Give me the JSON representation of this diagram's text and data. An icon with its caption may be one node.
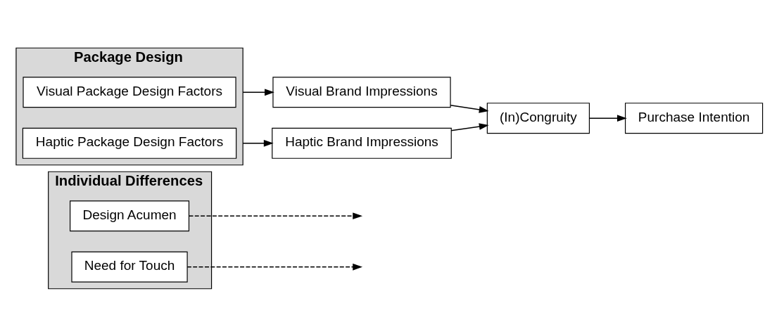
{
  "diagram": {
    "nodes": [
      {
        "text": [
          "Individual Differences"
        ]
      },
      {
        "text": [
          "Design Acumen"
        ],
        "in": 0
      },
      {
        "text": [
          "Need for Touch"
        ],
        "in": 0
      },
      {
        "text": [
          "Package Design"
        ]
      },
      {
        "text": [
          "Visual Package Design Factors"
        ],
        "in": 3
      },
      {
        "text": [
          "Haptic Package Design Factors"
        ],
        "in": 3
      },
      {
        "text": [
          "Visual Brand Impressions"
        ]
      },
      {
        "text": [
          "(In)Congruity"
        ]
      },
      {
        "text": [
          "Haptic Brand Impressions"
        ]
      },
      {
        "text": [
          "Purchase Intention"
        ]
      }
    ],
    "edges": [
      {
        "from": 3,
        "to": 6,
        "arrow": "to"
      },
      {
        "from": 3,
        "to": 8,
        "arrow": "to"
      },
      {
        "from": 6,
        "to": 7,
        "arrow": "to"
      },
      {
        "from": 8,
        "to": 7,
        "arrow": "to"
      },
      {
        "from": 7,
        "to": 9,
        "arrow": "to"
      },
      {
        "from": 1,
        "to": null,
        "arrow": "to",
        "style": "dashed"
      },
      {
        "from": 2,
        "to": null,
        "arrow": "to",
        "style": "dashed"
      }
    ]
  }
}
